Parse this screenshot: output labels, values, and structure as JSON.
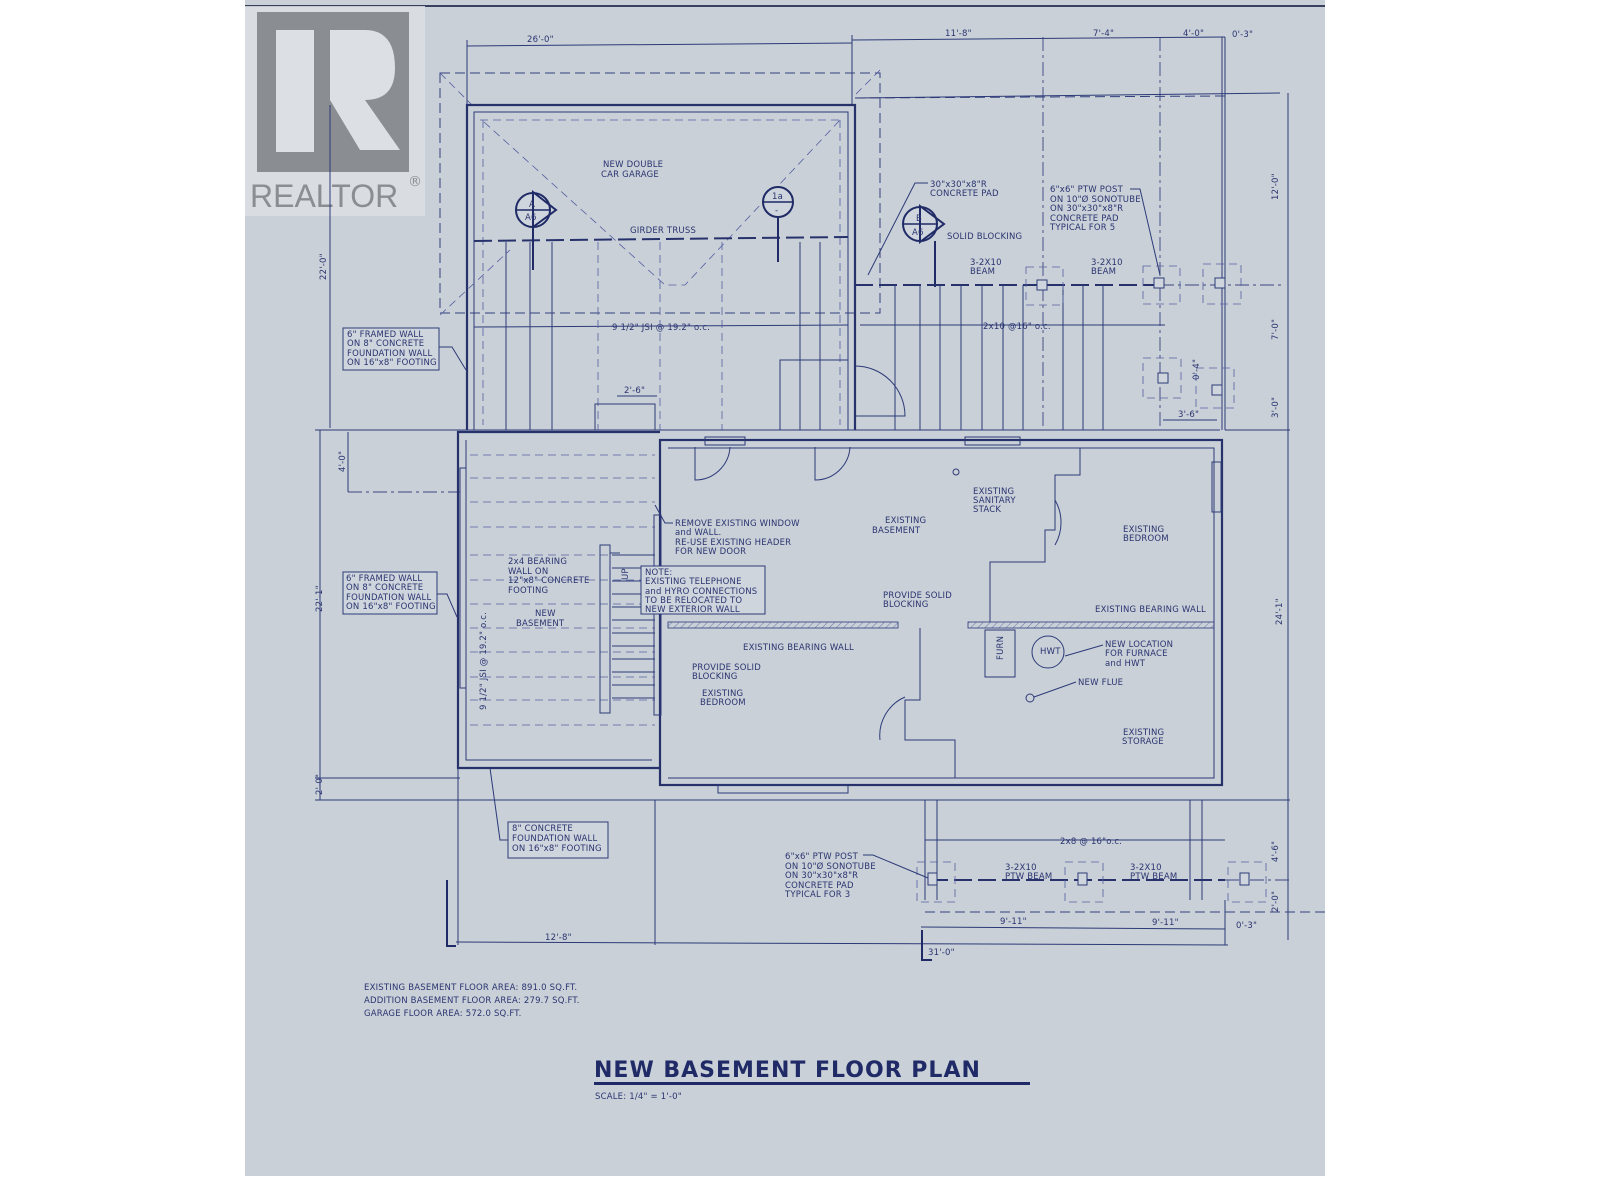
{
  "logo": {
    "mark": "R",
    "text": "REALTOR",
    "reg": "®"
  },
  "colors": {
    "paper": "#c9d0d8",
    "ink": "#2a3470",
    "logo": "#8a8d92"
  },
  "dimensions": {
    "top_garage": "26'-0\"",
    "top_deck_1": "11'-8\"",
    "top_deck_2": "7'-4\"",
    "top_deck_3": "4'-0\"",
    "top_deck_4": "0'-3\"",
    "left_garage": "22'-0\"",
    "left_4": "4'-0\"",
    "left_addition": "22'-1\"",
    "left_2": "2'-0\"",
    "right_12": "12'-0\"",
    "right_7": "7'-0\"",
    "right_3": "3'-0\"",
    "right_24": "24'-1\"",
    "right_4_6": "4'-6\"",
    "right_2": "2'-0\"",
    "right_0_3": "0'-3\"",
    "stair_2_6": "2'-6\"",
    "post_3_6": "3'-6\"",
    "post_0_4": "0'-4\"",
    "bottom_12_8": "12'-8\"",
    "bottom_31": "31'-0\"",
    "bottom_9_11_a": "9'-11\"",
    "bottom_9_11_b": "9'-11\""
  },
  "rooms": {
    "garage": [
      "NEW DOUBLE",
      "CAR GARAGE"
    ],
    "existing_basement": [
      "EXISTING",
      "BASEMENT"
    ],
    "new_basement": [
      "NEW",
      "BASEMENT"
    ],
    "bedroom_ne": [
      "EXISTING",
      "BEDROOM"
    ],
    "bedroom_sw": [
      "EXISTING",
      "BEDROOM"
    ],
    "storage": [
      "EXISTING",
      "STORAGE"
    ]
  },
  "labels": {
    "girder_truss": "GIRDER TRUSS",
    "joist_garage": "9 1/2\" JSI @ 19.2\" o.c.",
    "joist_addition": "9 1/2\" JSI @ 19.2\" o.c.",
    "joist_deck": "2x10 @16\" o.c.",
    "joist_south": "2x8 @ 16\"o.c.",
    "concrete_pad": [
      "30\"x30\"x8\"R",
      "CONCRETE PAD"
    ],
    "solid_blocking_top": "SOLID BLOCKING",
    "beam_1": [
      "3-2X10",
      "BEAM"
    ],
    "beam_2": [
      "3-2X10",
      "BEAM"
    ],
    "post_top": [
      "6\"x6\" PTW POST",
      "ON 10\"Ø SONOTUBE",
      "ON 30\"x30\"x8\"R",
      "CONCRETE PAD",
      "TYPICAL FOR 5"
    ],
    "post_bottom": [
      "6\"x6\" PTW POST",
      "ON 10\"Ø SONOTUBE",
      "ON 30\"x30\"x8\"R",
      "CONCRETE PAD",
      "TYPICAL FOR 3"
    ],
    "ptw_beam_1": [
      "3-2X10",
      "PTW BEAM"
    ],
    "ptw_beam_2": [
      "3-2X10",
      "PTW BEAM"
    ],
    "framed_wall_1": [
      "6\" FRAMED WALL",
      "ON 8\" CONCRETE",
      "FOUNDATION WALL",
      "ON 16\"x8\" FOOTING"
    ],
    "framed_wall_2": [
      "6\" FRAMED WALL",
      "ON 8\" CONCRETE",
      "FOUNDATION WALL",
      "ON 16\"x8\" FOOTING"
    ],
    "concrete_wall": [
      "8\" CONCRETE",
      "FOUNDATION WALL",
      "ON 16\"x8\" FOOTING"
    ],
    "remove_window": [
      "REMOVE EXISTING WINDOW",
      "and WALL.",
      "RE-USE EXISTING HEADER",
      "FOR NEW DOOR"
    ],
    "bearing_2x4": [
      "2x4 BEARING",
      "WALL ON",
      "12\"x8\" CONCRETE",
      "FOOTING"
    ],
    "note": [
      "NOTE:",
      "EXISTING TELEPHONE",
      "and HYRO CONNECTIONS",
      "TO BE RELOCATED TO",
      "NEW EXTERIOR WALL"
    ],
    "bearing_wall_w": "EXISTING BEARING WALL",
    "bearing_wall_e": "EXISTING BEARING WALL",
    "solid_blocking_w": [
      "PROVIDE SOLID",
      "BLOCKING"
    ],
    "solid_blocking_e": [
      "PROVIDE SOLID",
      "BLOCKING"
    ],
    "sanitary": [
      "EXISTING",
      "SANITARY",
      "STACK"
    ],
    "furnace_loc": [
      "NEW LOCATION",
      "FOR FURNACE",
      "and HWT"
    ],
    "hwt": "HWT",
    "furn": "FURN",
    "new_flue": "NEW FLUE",
    "stair_up": "UP"
  },
  "section_marks": [
    {
      "top": "A",
      "bottom": "A6"
    },
    {
      "top": "1a",
      "bottom": "-"
    },
    {
      "top": "B",
      "bottom": "A6"
    }
  ],
  "areas": [
    "EXISTING BASEMENT FLOOR AREA:  891.0 SQ.FT.",
    "ADDITION BASEMENT FLOOR AREA:  279.7 SQ.FT.",
    "GARAGE FLOOR AREA:  572.0 SQ.FT."
  ],
  "title": "NEW BASEMENT FLOOR PLAN",
  "scale": "SCALE:   1/4\" = 1'-0\""
}
